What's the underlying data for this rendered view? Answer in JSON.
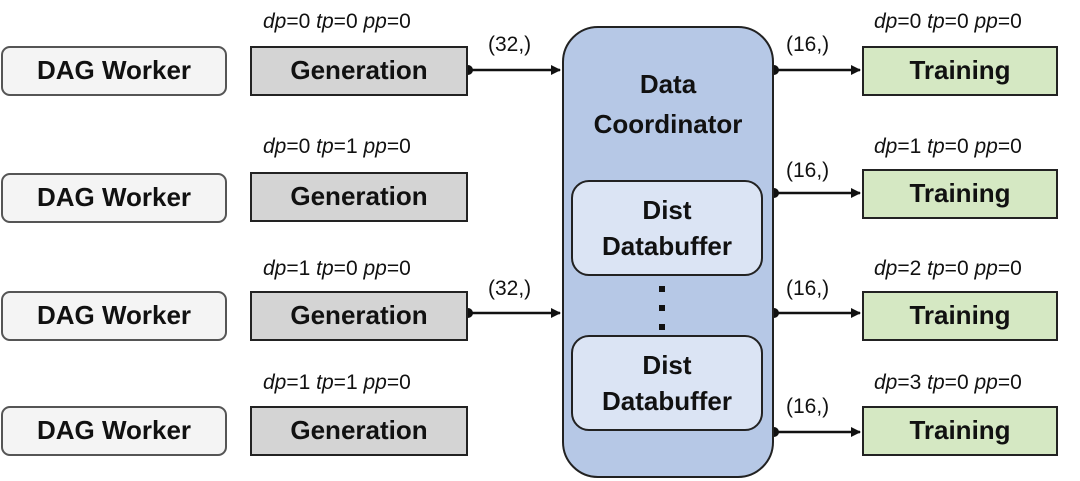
{
  "workers": [
    {
      "dag_label": "DAG Worker",
      "gen_label": "Generation",
      "dp": "0",
      "tp": "0",
      "pp": "0"
    },
    {
      "dag_label": "DAG Worker",
      "gen_label": "Generation",
      "dp": "0",
      "tp": "1",
      "pp": "0"
    },
    {
      "dag_label": "DAG Worker",
      "gen_label": "Generation",
      "dp": "1",
      "tp": "0",
      "pp": "0"
    },
    {
      "dag_label": "DAG Worker",
      "gen_label": "Generation",
      "dp": "1",
      "tp": "1",
      "pp": "0"
    }
  ],
  "input_shapes": [
    "(32,)",
    "(32,)"
  ],
  "coordinator": {
    "title_line1": "Data",
    "title_line2": "Coordinator",
    "buffers": [
      {
        "line1": "Dist",
        "line2": "Databuffer"
      },
      {
        "line1": "Dist",
        "line2": "Databuffer"
      }
    ]
  },
  "trainers": [
    {
      "label": "Training",
      "shape": "(16,)",
      "dp": "0",
      "tp": "0",
      "pp": "0"
    },
    {
      "label": "Training",
      "shape": "(16,)",
      "dp": "1",
      "tp": "0",
      "pp": "0"
    },
    {
      "label": "Training",
      "shape": "(16,)",
      "dp": "2",
      "tp": "0",
      "pp": "0"
    },
    {
      "label": "Training",
      "shape": "(16,)",
      "dp": "3",
      "tp": "0",
      "pp": "0"
    }
  ],
  "param_names": {
    "dp": "dp",
    "tp": "tp",
    "pp": "pp"
  }
}
